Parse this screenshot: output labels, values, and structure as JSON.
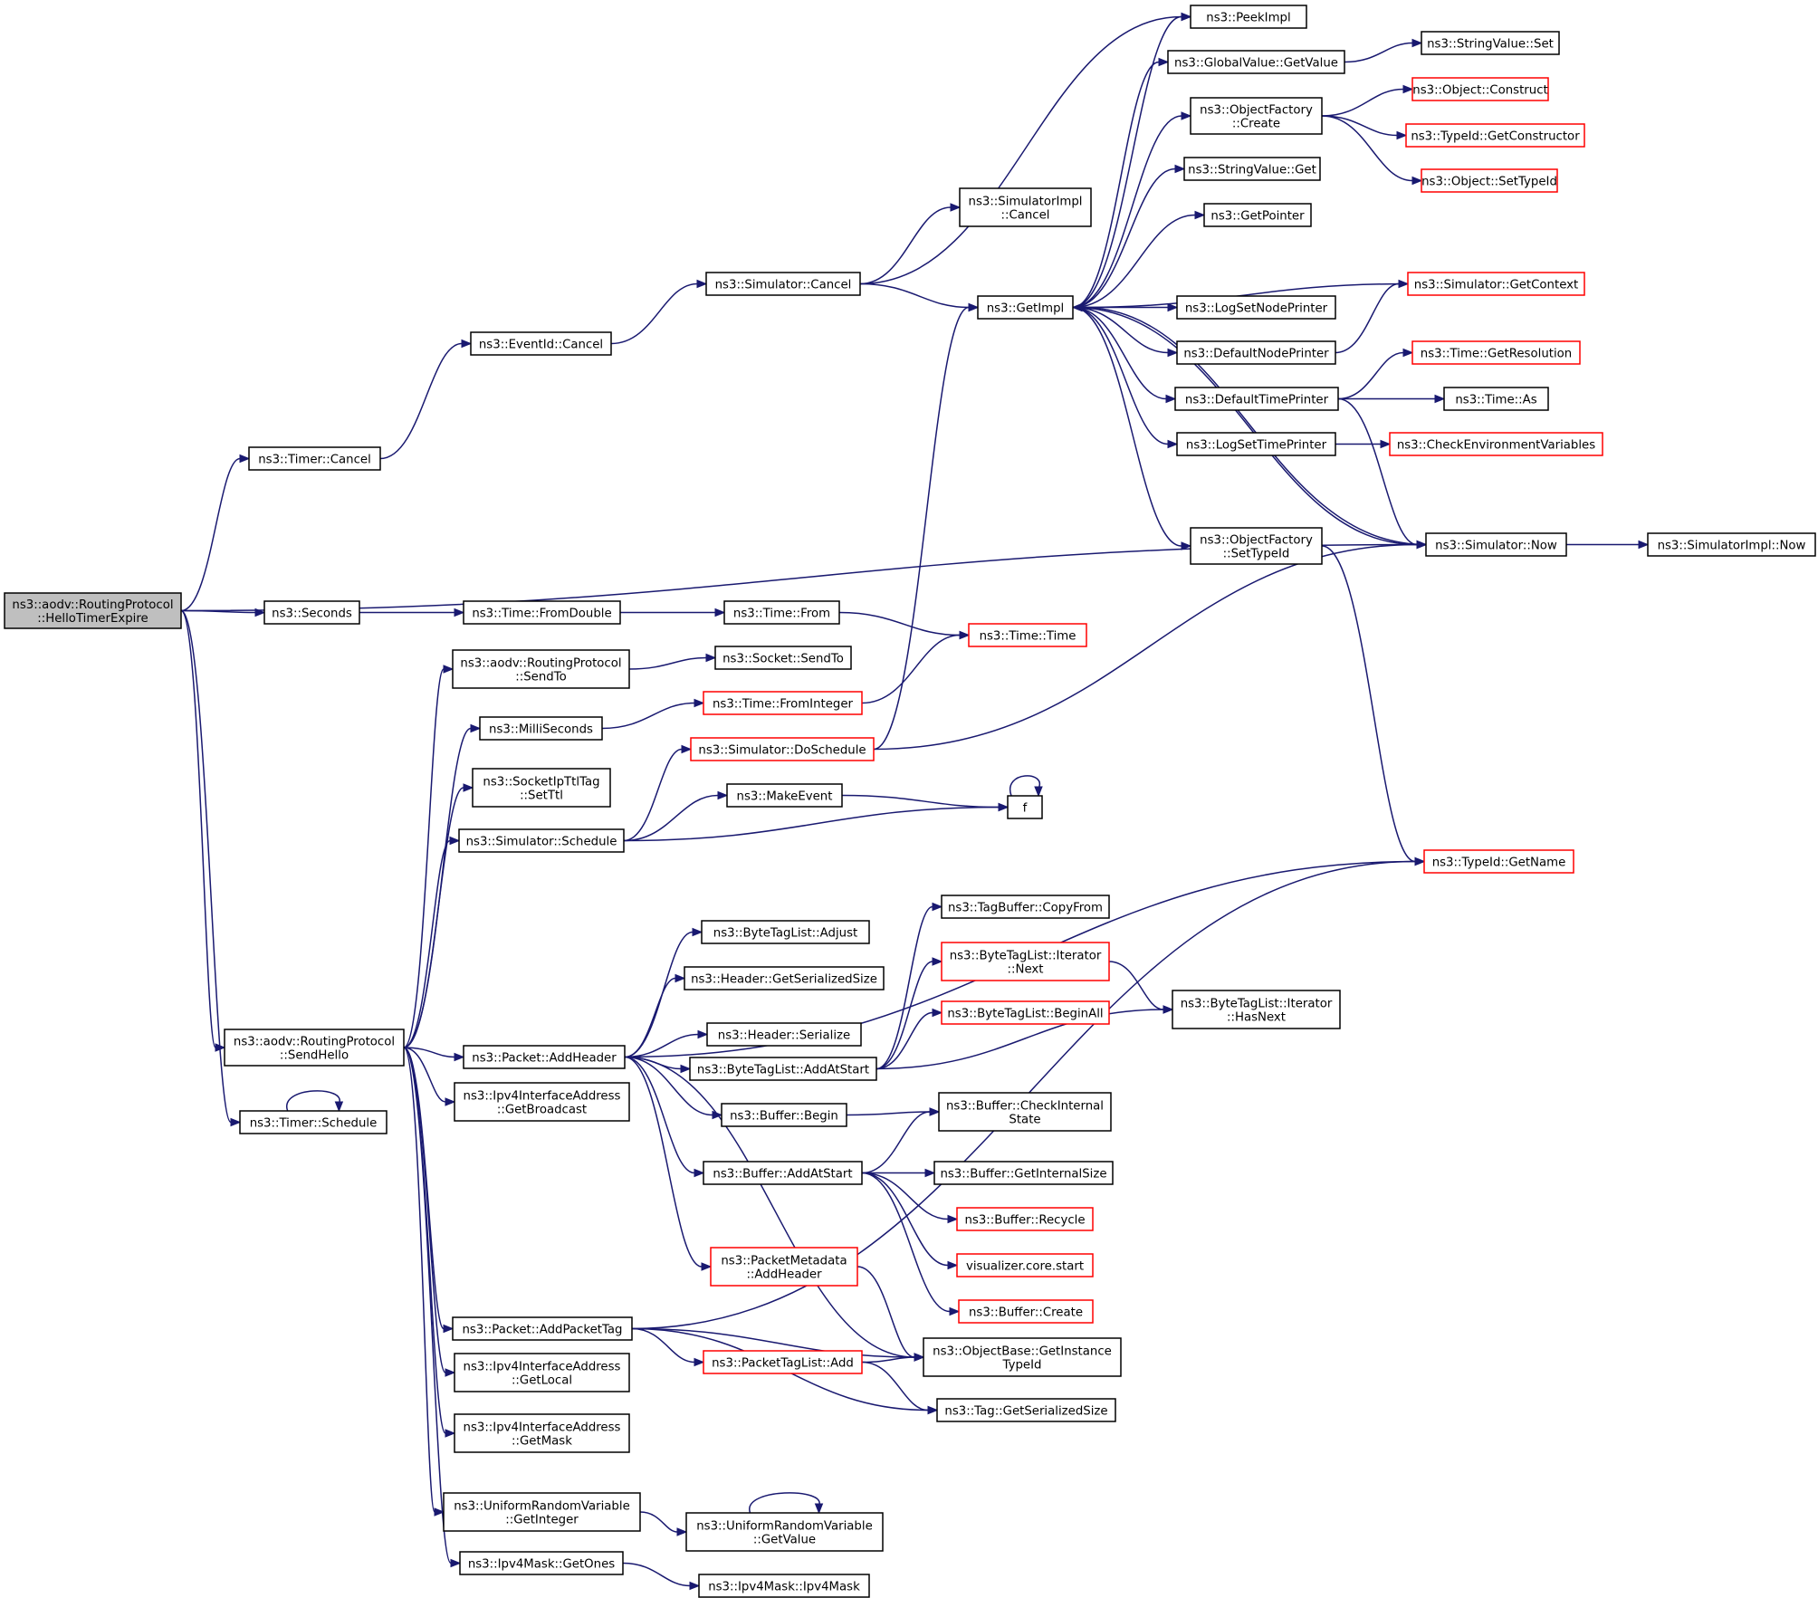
{
  "graph": {
    "title": "",
    "colors": {
      "edge": "#191970",
      "node_border": "#000000",
      "node_border_external": "#ff0000",
      "root_fill": "#bfbfbf",
      "background": "#ffffff"
    },
    "nodes": [
      {
        "id": "root",
        "lines": [
          "ns3::aodv::RoutingProtocol",
          "::HelloTimerExpire"
        ],
        "style": "root"
      },
      {
        "id": "timer_cancel",
        "lines": [
          "ns3::Timer::Cancel"
        ],
        "style": "normal"
      },
      {
        "id": "eventid_cancel",
        "lines": [
          "ns3::EventId::Cancel"
        ],
        "style": "normal"
      },
      {
        "id": "sim_cancel",
        "lines": [
          "ns3::Simulator::Cancel"
        ],
        "style": "normal"
      },
      {
        "id": "simimpl_cancel",
        "lines": [
          "ns3::SimulatorImpl",
          "::Cancel"
        ],
        "style": "normal"
      },
      {
        "id": "getimpl",
        "lines": [
          "ns3::GetImpl"
        ],
        "style": "normal"
      },
      {
        "id": "peekimpl",
        "lines": [
          "ns3::PeekImpl"
        ],
        "style": "normal"
      },
      {
        "id": "gv_getvalue",
        "lines": [
          "ns3::GlobalValue::GetValue"
        ],
        "style": "normal"
      },
      {
        "id": "strval_set",
        "lines": [
          "ns3::StringValue::Set"
        ],
        "style": "normal"
      },
      {
        "id": "of_create",
        "lines": [
          "ns3::ObjectFactory",
          "::Create"
        ],
        "style": "normal"
      },
      {
        "id": "obj_construct",
        "lines": [
          "ns3::Object::Construct"
        ],
        "style": "red"
      },
      {
        "id": "typeid_getctor",
        "lines": [
          "ns3::TypeId::GetConstructor"
        ],
        "style": "red"
      },
      {
        "id": "obj_settypeid",
        "lines": [
          "ns3::Object::SetTypeId"
        ],
        "style": "red"
      },
      {
        "id": "strval_get",
        "lines": [
          "ns3::StringValue::Get"
        ],
        "style": "normal"
      },
      {
        "id": "getpointer",
        "lines": [
          "ns3::GetPointer"
        ],
        "style": "normal"
      },
      {
        "id": "sim_getcontext",
        "lines": [
          "ns3::Simulator::GetContext"
        ],
        "style": "red"
      },
      {
        "id": "logsetnodeprinter",
        "lines": [
          "ns3::LogSetNodePrinter"
        ],
        "style": "normal"
      },
      {
        "id": "defaultnodeprinter",
        "lines": [
          "ns3::DefaultNodePrinter"
        ],
        "style": "normal"
      },
      {
        "id": "time_getres",
        "lines": [
          "ns3::Time::GetResolution"
        ],
        "style": "red"
      },
      {
        "id": "defaulttimeprinter",
        "lines": [
          "ns3::DefaultTimePrinter"
        ],
        "style": "normal"
      },
      {
        "id": "time_as",
        "lines": [
          "ns3::Time::As"
        ],
        "style": "normal"
      },
      {
        "id": "logsettimeprinter",
        "lines": [
          "ns3::LogSetTimePrinter"
        ],
        "style": "normal"
      },
      {
        "id": "checkenv",
        "lines": [
          "ns3::CheckEnvironmentVariables"
        ],
        "style": "red"
      },
      {
        "id": "of_settypeid",
        "lines": [
          "ns3::ObjectFactory",
          "::SetTypeId"
        ],
        "style": "normal"
      },
      {
        "id": "sim_now",
        "lines": [
          "ns3::Simulator::Now"
        ],
        "style": "normal"
      },
      {
        "id": "simimpl_now",
        "lines": [
          "ns3::SimulatorImpl::Now"
        ],
        "style": "normal"
      },
      {
        "id": "seconds",
        "lines": [
          "ns3::Seconds"
        ],
        "style": "normal"
      },
      {
        "id": "time_fromdouble",
        "lines": [
          "ns3::Time::FromDouble"
        ],
        "style": "normal"
      },
      {
        "id": "time_from",
        "lines": [
          "ns3::Time::From"
        ],
        "style": "normal"
      },
      {
        "id": "time_time",
        "lines": [
          "ns3::Time::Time"
        ],
        "style": "red"
      },
      {
        "id": "rp_sendto",
        "lines": [
          "ns3::aodv::RoutingProtocol",
          "::SendTo"
        ],
        "style": "normal"
      },
      {
        "id": "socket_sendto",
        "lines": [
          "ns3::Socket::SendTo"
        ],
        "style": "normal"
      },
      {
        "id": "milliseconds",
        "lines": [
          "ns3::MilliSeconds"
        ],
        "style": "normal"
      },
      {
        "id": "time_frominteger",
        "lines": [
          "ns3::Time::FromInteger"
        ],
        "style": "red"
      },
      {
        "id": "sim_doschedule",
        "lines": [
          "ns3::Simulator::DoSchedule"
        ],
        "style": "red"
      },
      {
        "id": "socketipttltag",
        "lines": [
          "ns3::SocketIpTtlTag",
          "::SetTtl"
        ],
        "style": "normal"
      },
      {
        "id": "makeevent",
        "lines": [
          "ns3::MakeEvent"
        ],
        "style": "normal"
      },
      {
        "id": "f",
        "lines": [
          "f"
        ],
        "style": "normal"
      },
      {
        "id": "sim_schedule",
        "lines": [
          "ns3::Simulator::Schedule"
        ],
        "style": "normal"
      },
      {
        "id": "typeid_getname",
        "lines": [
          "ns3::TypeId::GetName"
        ],
        "style": "red"
      },
      {
        "id": "tagbuffer_copyfrom",
        "lines": [
          "ns3::TagBuffer::CopyFrom"
        ],
        "style": "normal"
      },
      {
        "id": "btl_adjust",
        "lines": [
          "ns3::ByteTagList::Adjust"
        ],
        "style": "normal"
      },
      {
        "id": "btl_it_next",
        "lines": [
          "ns3::ByteTagList::Iterator",
          "::Next"
        ],
        "style": "red"
      },
      {
        "id": "header_getsersize",
        "lines": [
          "ns3::Header::GetSerializedSize"
        ],
        "style": "normal"
      },
      {
        "id": "btl_it_hasnext",
        "lines": [
          "ns3::ByteTagList::Iterator",
          "::HasNext"
        ],
        "style": "normal"
      },
      {
        "id": "btl_beginall",
        "lines": [
          "ns3::ByteTagList::BeginAll"
        ],
        "style": "red"
      },
      {
        "id": "header_serialize",
        "lines": [
          "ns3::Header::Serialize"
        ],
        "style": "normal"
      },
      {
        "id": "rp_sendhello",
        "lines": [
          "ns3::aodv::RoutingProtocol",
          "::SendHello"
        ],
        "style": "normal"
      },
      {
        "id": "packet_addheader",
        "lines": [
          "ns3::Packet::AddHeader"
        ],
        "style": "normal"
      },
      {
        "id": "btl_addatstart",
        "lines": [
          "ns3::ByteTagList::AddAtStart"
        ],
        "style": "normal"
      },
      {
        "id": "timer_schedule",
        "lines": [
          "ns3::Timer::Schedule"
        ],
        "style": "normal"
      },
      {
        "id": "ipv4ia_getbroadcast",
        "lines": [
          "ns3::Ipv4InterfaceAddress",
          "::GetBroadcast"
        ],
        "style": "normal"
      },
      {
        "id": "buffer_begin",
        "lines": [
          "ns3::Buffer::Begin"
        ],
        "style": "normal"
      },
      {
        "id": "buffer_checkinternal",
        "lines": [
          "ns3::Buffer::CheckInternal",
          "State"
        ],
        "style": "normal"
      },
      {
        "id": "buffer_addatstart",
        "lines": [
          "ns3::Buffer::AddAtStart"
        ],
        "style": "normal"
      },
      {
        "id": "buffer_getinternalsize",
        "lines": [
          "ns3::Buffer::GetInternalSize"
        ],
        "style": "normal"
      },
      {
        "id": "buffer_recycle",
        "lines": [
          "ns3::Buffer::Recycle"
        ],
        "style": "red"
      },
      {
        "id": "viz_start",
        "lines": [
          "visualizer.core.start"
        ],
        "style": "red"
      },
      {
        "id": "pm_addheader",
        "lines": [
          "ns3::PacketMetadata",
          "::AddHeader"
        ],
        "style": "red"
      },
      {
        "id": "buffer_create",
        "lines": [
          "ns3::Buffer::Create"
        ],
        "style": "red"
      },
      {
        "id": "packet_addpackettag",
        "lines": [
          "ns3::Packet::AddPacketTag"
        ],
        "style": "normal"
      },
      {
        "id": "ob_getinstancetypeid",
        "lines": [
          "ns3::ObjectBase::GetInstance",
          "TypeId"
        ],
        "style": "normal"
      },
      {
        "id": "ptl_add",
        "lines": [
          "ns3::PacketTagList::Add"
        ],
        "style": "red"
      },
      {
        "id": "ipv4ia_getlocal",
        "lines": [
          "ns3::Ipv4InterfaceAddress",
          "::GetLocal"
        ],
        "style": "normal"
      },
      {
        "id": "tag_getsersize",
        "lines": [
          "ns3::Tag::GetSerializedSize"
        ],
        "style": "normal"
      },
      {
        "id": "ipv4ia_getmask",
        "lines": [
          "ns3::Ipv4InterfaceAddress",
          "::GetMask"
        ],
        "style": "normal"
      },
      {
        "id": "urv_getinteger",
        "lines": [
          "ns3::UniformRandomVariable",
          "::GetInteger"
        ],
        "style": "normal"
      },
      {
        "id": "urv_getvalue",
        "lines": [
          "ns3::UniformRandomVariable",
          "::GetValue"
        ],
        "style": "normal"
      },
      {
        "id": "ipv4mask_getones",
        "lines": [
          "ns3::Ipv4Mask::GetOnes"
        ],
        "style": "normal"
      },
      {
        "id": "ipv4mask_ipv4mask",
        "lines": [
          "ns3::Ipv4Mask::Ipv4Mask"
        ],
        "style": "normal"
      }
    ],
    "edges": [
      [
        "root",
        "timer_cancel"
      ],
      [
        "root",
        "sim_now"
      ],
      [
        "root",
        "seconds"
      ],
      [
        "root",
        "rp_sendhello"
      ],
      [
        "root",
        "timer_schedule"
      ],
      [
        "timer_cancel",
        "eventid_cancel"
      ],
      [
        "eventid_cancel",
        "sim_cancel"
      ],
      [
        "sim_cancel",
        "simimpl_cancel"
      ],
      [
        "sim_cancel",
        "getimpl"
      ],
      [
        "sim_cancel",
        "peekimpl"
      ],
      [
        "getimpl",
        "peekimpl"
      ],
      [
        "getimpl",
        "gv_getvalue"
      ],
      [
        "getimpl",
        "of_create"
      ],
      [
        "getimpl",
        "strval_get"
      ],
      [
        "getimpl",
        "getpointer"
      ],
      [
        "getimpl",
        "logsetnodeprinter"
      ],
      [
        "getimpl",
        "defaultnodeprinter"
      ],
      [
        "getimpl",
        "defaulttimeprinter"
      ],
      [
        "getimpl",
        "logsettimeprinter"
      ],
      [
        "getimpl",
        "of_settypeid"
      ],
      [
        "getimpl",
        "sim_now"
      ],
      [
        "gv_getvalue",
        "strval_set"
      ],
      [
        "of_create",
        "obj_construct"
      ],
      [
        "of_create",
        "typeid_getctor"
      ],
      [
        "of_create",
        "obj_settypeid"
      ],
      [
        "sim_getcontext",
        "getimpl"
      ],
      [
        "defaultnodeprinter",
        "sim_getcontext"
      ],
      [
        "defaulttimeprinter",
        "time_getres"
      ],
      [
        "defaulttimeprinter",
        "time_as"
      ],
      [
        "defaulttimeprinter",
        "sim_now"
      ],
      [
        "logsettimeprinter",
        "checkenv"
      ],
      [
        "sim_now",
        "getimpl"
      ],
      [
        "sim_now",
        "simimpl_now"
      ],
      [
        "of_settypeid",
        "typeid_getname"
      ],
      [
        "seconds",
        "time_fromdouble"
      ],
      [
        "time_fromdouble",
        "time_from"
      ],
      [
        "time_from",
        "time_time"
      ],
      [
        "rp_sendto",
        "socket_sendto"
      ],
      [
        "milliseconds",
        "time_frominteger"
      ],
      [
        "time_frominteger",
        "time_time"
      ],
      [
        "sim_doschedule",
        "getimpl"
      ],
      [
        "sim_doschedule",
        "sim_now"
      ],
      [
        "sim_schedule",
        "sim_doschedule"
      ],
      [
        "sim_schedule",
        "makeevent"
      ],
      [
        "sim_schedule",
        "f"
      ],
      [
        "makeevent",
        "f"
      ],
      [
        "f",
        "f"
      ],
      [
        "rp_sendhello",
        "rp_sendto"
      ],
      [
        "rp_sendhello",
        "milliseconds"
      ],
      [
        "rp_sendhello",
        "socketipttltag"
      ],
      [
        "rp_sendhello",
        "sim_schedule"
      ],
      [
        "rp_sendhello",
        "packet_addheader"
      ],
      [
        "rp_sendhello",
        "ipv4ia_getbroadcast"
      ],
      [
        "rp_sendhello",
        "packet_addpackettag"
      ],
      [
        "rp_sendhello",
        "ipv4ia_getlocal"
      ],
      [
        "rp_sendhello",
        "ipv4ia_getmask"
      ],
      [
        "rp_sendhello",
        "urv_getinteger"
      ],
      [
        "rp_sendhello",
        "ipv4mask_getones"
      ],
      [
        "packet_addheader",
        "typeid_getname"
      ],
      [
        "packet_addheader",
        "btl_adjust"
      ],
      [
        "packet_addheader",
        "header_getsersize"
      ],
      [
        "packet_addheader",
        "header_serialize"
      ],
      [
        "packet_addheader",
        "btl_addatstart"
      ],
      [
        "packet_addheader",
        "buffer_begin"
      ],
      [
        "packet_addheader",
        "buffer_addatstart"
      ],
      [
        "packet_addheader",
        "pm_addheader"
      ],
      [
        "packet_addheader",
        "ob_getinstancetypeid"
      ],
      [
        "btl_addatstart",
        "tagbuffer_copyfrom"
      ],
      [
        "btl_addatstart",
        "btl_it_next"
      ],
      [
        "btl_addatstart",
        "btl_beginall"
      ],
      [
        "btl_addatstart",
        "btl_it_hasnext"
      ],
      [
        "btl_it_next",
        "btl_it_hasnext"
      ],
      [
        "buffer_begin",
        "buffer_checkinternal"
      ],
      [
        "buffer_addatstart",
        "buffer_checkinternal"
      ],
      [
        "buffer_addatstart",
        "buffer_getinternalsize"
      ],
      [
        "buffer_addatstart",
        "buffer_recycle"
      ],
      [
        "buffer_addatstart",
        "viz_start"
      ],
      [
        "buffer_addatstart",
        "buffer_create"
      ],
      [
        "pm_addheader",
        "ob_getinstancetypeid"
      ],
      [
        "packet_addpackettag",
        "ob_getinstancetypeid"
      ],
      [
        "packet_addpackettag",
        "ptl_add"
      ],
      [
        "packet_addpackettag",
        "tag_getsersize"
      ],
      [
        "packet_addpackettag",
        "typeid_getname"
      ],
      [
        "ptl_add",
        "ob_getinstancetypeid"
      ],
      [
        "ptl_add",
        "tag_getsersize"
      ],
      [
        "timer_schedule",
        "timer_schedule"
      ],
      [
        "urv_getinteger",
        "urv_getvalue"
      ],
      [
        "urv_getvalue",
        "urv_getvalue"
      ],
      [
        "ipv4mask_getones",
        "ipv4mask_ipv4mask"
      ]
    ]
  }
}
